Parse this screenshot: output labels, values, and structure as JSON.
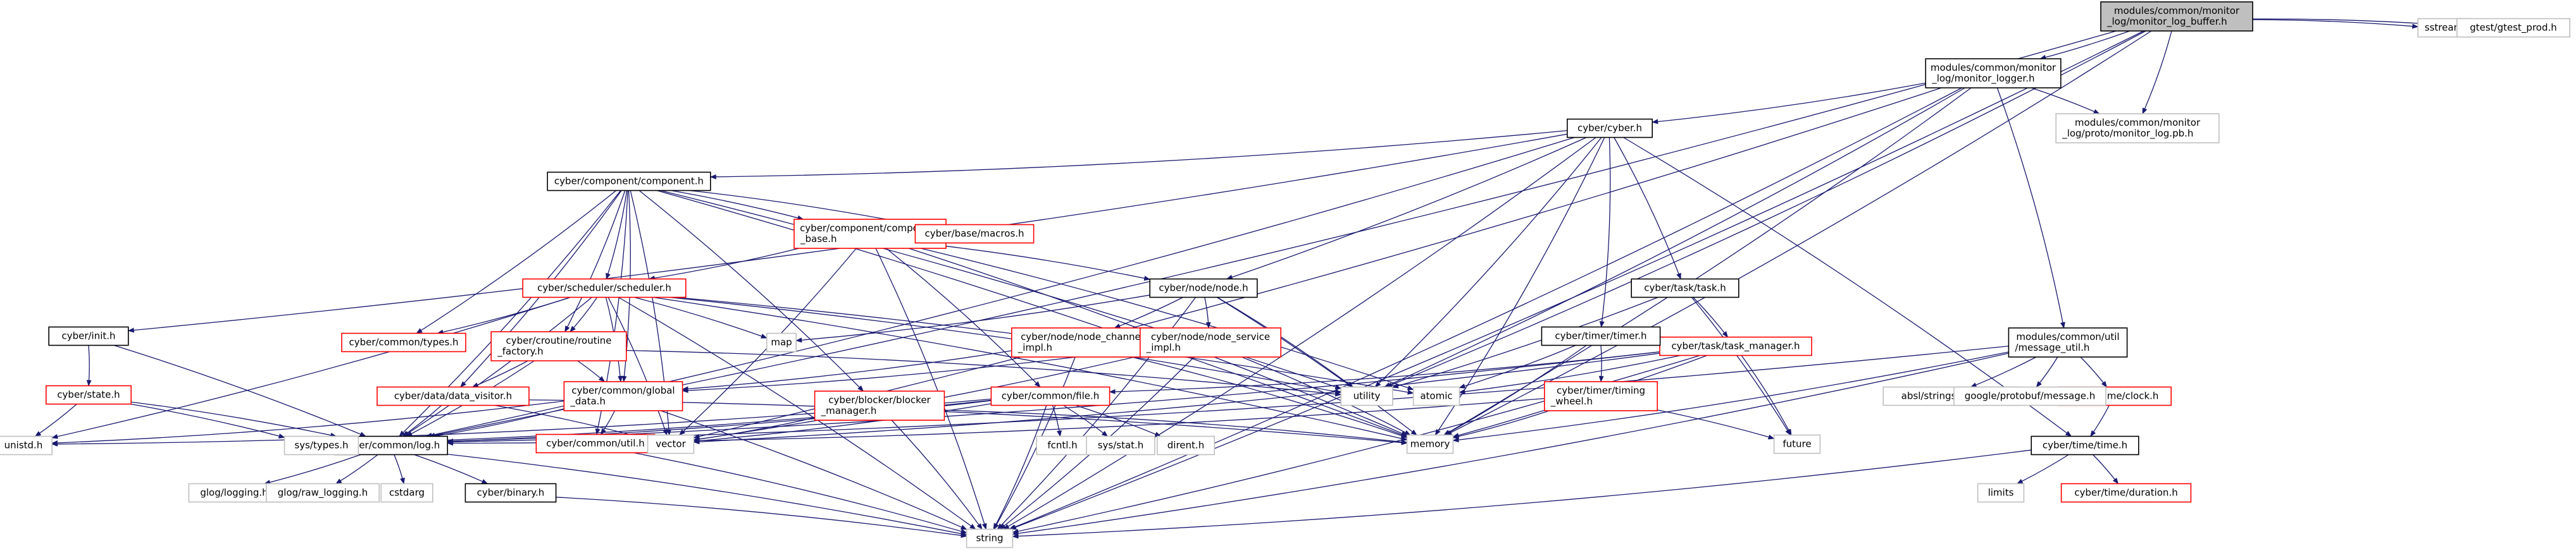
{
  "title": "modules/common/monitor_log/monitor_log_buffer.h",
  "colors": {
    "edge": "#191970",
    "root_fill": "#bfbfbf",
    "node_fill": "#ffffff",
    "node_border": "#000000",
    "red_border": "#ff0000",
    "gray_border": "#bfbfbf",
    "text": "#000000"
  },
  "nodes": [
    {
      "id": "root",
      "lines": [
        "modules/common/monitor",
        "_log/monitor_log_buffer.h"
      ],
      "style": "root"
    },
    {
      "id": "mlogger",
      "lines": [
        "modules/common/monitor",
        "_log/monitor_logger.h"
      ],
      "style": "normal"
    },
    {
      "id": "sstream",
      "lines": [
        "sstream"
      ],
      "style": "ext"
    },
    {
      "id": "gtest",
      "lines": [
        "gtest/gtest_prod.h"
      ],
      "style": "ext"
    },
    {
      "id": "mlogpb",
      "lines": [
        "modules/common/monitor",
        "_log/proto/monitor_log.pb.h"
      ],
      "style": "ext"
    },
    {
      "id": "cyber",
      "lines": [
        "cyber/cyber.h"
      ],
      "style": "normal"
    },
    {
      "id": "msgutil",
      "lines": [
        "modules/common/util",
        "/message_util.h"
      ],
      "style": "normal"
    },
    {
      "id": "component",
      "lines": [
        "cyber/component/component.h"
      ],
      "style": "normal"
    },
    {
      "id": "compbase",
      "lines": [
        "cyber/component/component",
        "_base.h"
      ],
      "style": "red"
    },
    {
      "id": "macros",
      "lines": [
        "cyber/base/macros.h"
      ],
      "style": "red"
    },
    {
      "id": "scheduler",
      "lines": [
        "cyber/scheduler/scheduler.h"
      ],
      "style": "red"
    },
    {
      "id": "node",
      "lines": [
        "cyber/node/node.h"
      ],
      "style": "normal"
    },
    {
      "id": "task",
      "lines": [
        "cyber/task/task.h"
      ],
      "style": "normal"
    },
    {
      "id": "taskmgr",
      "lines": [
        "cyber/task/task_manager.h"
      ],
      "style": "red"
    },
    {
      "id": "timer",
      "lines": [
        "cyber/timer/timer.h"
      ],
      "style": "normal"
    },
    {
      "id": "timingwheel",
      "lines": [
        "cyber/timer/timing",
        "_wheel.h"
      ],
      "style": "red"
    },
    {
      "id": "init",
      "lines": [
        "cyber/init.h"
      ],
      "style": "normal"
    },
    {
      "id": "state",
      "lines": [
        "cyber/state.h"
      ],
      "style": "red"
    },
    {
      "id": "types",
      "lines": [
        "cyber/common/types.h"
      ],
      "style": "red"
    },
    {
      "id": "routine",
      "lines": [
        "cyber/croutine/routine",
        "_factory.h"
      ],
      "style": "red"
    },
    {
      "id": "nodechannel",
      "lines": [
        "cyber/node/node_channel",
        "_impl.h"
      ],
      "style": "red"
    },
    {
      "id": "nodeservice",
      "lines": [
        "cyber/node/node_service",
        "_impl.h"
      ],
      "style": "red"
    },
    {
      "id": "blocker",
      "lines": [
        "cyber/blocker/blocker",
        "_manager.h"
      ],
      "style": "red"
    },
    {
      "id": "datavisitor",
      "lines": [
        "cyber/data/data_visitor.h"
      ],
      "style": "red"
    },
    {
      "id": "globaldata",
      "lines": [
        "cyber/common/global",
        "_data.h"
      ],
      "style": "red"
    },
    {
      "id": "commonfile",
      "lines": [
        "cyber/common/file.h"
      ],
      "style": "red"
    },
    {
      "id": "commonutil",
      "lines": [
        "cyber/common/util.h"
      ],
      "style": "red"
    },
    {
      "id": "log",
      "lines": [
        "cyber/common/log.h"
      ],
      "style": "normal"
    },
    {
      "id": "binary",
      "lines": [
        "cyber/binary.h"
      ],
      "style": "normal"
    },
    {
      "id": "clock",
      "lines": [
        "cyber/time/clock.h"
      ],
      "style": "red"
    },
    {
      "id": "time",
      "lines": [
        "cyber/time/time.h"
      ],
      "style": "normal"
    },
    {
      "id": "duration",
      "lines": [
        "cyber/time/duration.h"
      ],
      "style": "red"
    },
    {
      "id": "map",
      "lines": [
        "map"
      ],
      "style": "ext"
    },
    {
      "id": "utility",
      "lines": [
        "utility"
      ],
      "style": "ext"
    },
    {
      "id": "atomic",
      "lines": [
        "atomic"
      ],
      "style": "ext"
    },
    {
      "id": "memory",
      "lines": [
        "memory"
      ],
      "style": "ext"
    },
    {
      "id": "vector",
      "lines": [
        "vector"
      ],
      "style": "ext"
    },
    {
      "id": "future",
      "lines": [
        "future"
      ],
      "style": "ext"
    },
    {
      "id": "string",
      "lines": [
        "string"
      ],
      "style": "ext"
    },
    {
      "id": "unistd",
      "lines": [
        "unistd.h"
      ],
      "style": "ext"
    },
    {
      "id": "systypes",
      "lines": [
        "sys/types.h"
      ],
      "style": "ext"
    },
    {
      "id": "fcntl",
      "lines": [
        "fcntl.h"
      ],
      "style": "ext"
    },
    {
      "id": "sysstat",
      "lines": [
        "sys/stat.h"
      ],
      "style": "ext"
    },
    {
      "id": "dirent",
      "lines": [
        "dirent.h"
      ],
      "style": "ext"
    },
    {
      "id": "glog",
      "lines": [
        "glog/logging.h"
      ],
      "style": "ext"
    },
    {
      "id": "glograw",
      "lines": [
        "glog/raw_logging.h"
      ],
      "style": "ext"
    },
    {
      "id": "cstdarg",
      "lines": [
        "cstdarg"
      ],
      "style": "ext"
    },
    {
      "id": "strcat",
      "lines": [
        "absl/strings/str_cat.h"
      ],
      "style": "ext"
    },
    {
      "id": "protomsg",
      "lines": [
        "google/protobuf/message.h"
      ],
      "style": "ext"
    },
    {
      "id": "limits",
      "lines": [
        "limits"
      ],
      "style": "ext"
    }
  ],
  "edges": [
    [
      "root",
      "mlogger"
    ],
    [
      "root",
      "sstream"
    ],
    [
      "root",
      "gtest"
    ],
    [
      "root",
      "mlogpb"
    ],
    [
      "root",
      "utility"
    ],
    [
      "root",
      "memory"
    ],
    [
      "root",
      "string"
    ],
    [
      "root",
      "log"
    ],
    [
      "mlogger",
      "cyber"
    ],
    [
      "mlogger",
      "mlogpb"
    ],
    [
      "mlogger",
      "msgutil"
    ],
    [
      "mlogger",
      "utility"
    ],
    [
      "mlogger",
      "memory"
    ],
    [
      "mlogger",
      "string"
    ],
    [
      "mlogger",
      "vector"
    ],
    [
      "cyber",
      "component"
    ],
    [
      "cyber",
      "node"
    ],
    [
      "cyber",
      "task"
    ],
    [
      "cyber",
      "timer"
    ],
    [
      "cyber",
      "init"
    ],
    [
      "cyber",
      "time"
    ],
    [
      "cyber",
      "log"
    ],
    [
      "cyber",
      "utility"
    ],
    [
      "cyber",
      "memory"
    ],
    [
      "cyber",
      "string"
    ],
    [
      "component",
      "compbase"
    ],
    [
      "component",
      "macros"
    ],
    [
      "component",
      "scheduler"
    ],
    [
      "component",
      "types"
    ],
    [
      "component",
      "routine"
    ],
    [
      "component",
      "blocker"
    ],
    [
      "component",
      "datavisitor"
    ],
    [
      "component",
      "globaldata"
    ],
    [
      "component",
      "log"
    ],
    [
      "component",
      "commonutil"
    ],
    [
      "component",
      "utility"
    ],
    [
      "component",
      "memory"
    ],
    [
      "component",
      "vector"
    ],
    [
      "compbase",
      "scheduler"
    ],
    [
      "compbase",
      "node"
    ],
    [
      "compbase",
      "commonfile"
    ],
    [
      "compbase",
      "atomic"
    ],
    [
      "compbase",
      "memory"
    ],
    [
      "compbase",
      "string"
    ],
    [
      "compbase",
      "vector"
    ],
    [
      "scheduler",
      "types"
    ],
    [
      "scheduler",
      "routine"
    ],
    [
      "scheduler",
      "map"
    ],
    [
      "scheduler",
      "atomic"
    ],
    [
      "scheduler",
      "memory"
    ],
    [
      "scheduler",
      "vector"
    ],
    [
      "scheduler",
      "string"
    ],
    [
      "scheduler",
      "unistd"
    ],
    [
      "scheduler",
      "log"
    ],
    [
      "scheduler",
      "utility"
    ],
    [
      "scheduler",
      "globaldata"
    ],
    [
      "node",
      "nodechannel"
    ],
    [
      "node",
      "nodeservice"
    ],
    [
      "node",
      "map"
    ],
    [
      "node",
      "utility"
    ],
    [
      "node",
      "memory"
    ],
    [
      "node",
      "string"
    ],
    [
      "nodechannel",
      "memory"
    ],
    [
      "nodechannel",
      "string"
    ],
    [
      "nodechannel",
      "globaldata"
    ],
    [
      "nodeservice",
      "memory"
    ],
    [
      "nodeservice",
      "string"
    ],
    [
      "nodeservice",
      "vector"
    ],
    [
      "nodeservice",
      "globaldata"
    ],
    [
      "routine",
      "datavisitor"
    ],
    [
      "routine",
      "globaldata"
    ],
    [
      "routine",
      "log"
    ],
    [
      "routine",
      "utility"
    ],
    [
      "datavisitor",
      "log"
    ],
    [
      "datavisitor",
      "vector"
    ],
    [
      "datavisitor",
      "memory"
    ],
    [
      "globaldata",
      "log"
    ],
    [
      "globaldata",
      "commonutil"
    ],
    [
      "globaldata",
      "string"
    ],
    [
      "globaldata",
      "unistd"
    ],
    [
      "blocker",
      "memory"
    ],
    [
      "blocker",
      "string"
    ],
    [
      "blocker",
      "vector"
    ],
    [
      "commonfile",
      "log"
    ],
    [
      "commonfile",
      "fcntl"
    ],
    [
      "commonfile",
      "sysstat"
    ],
    [
      "commonfile",
      "dirent"
    ],
    [
      "commonfile",
      "systypes"
    ],
    [
      "commonfile",
      "unistd"
    ],
    [
      "commonfile",
      "string"
    ],
    [
      "commonfile",
      "vector"
    ],
    [
      "commonutil",
      "string"
    ],
    [
      "log",
      "glog"
    ],
    [
      "log",
      "glograw"
    ],
    [
      "log",
      "cstdarg"
    ],
    [
      "log",
      "binary"
    ],
    [
      "log",
      "string"
    ],
    [
      "binary",
      "string"
    ],
    [
      "task",
      "taskmgr"
    ],
    [
      "task",
      "future"
    ],
    [
      "task",
      "utility"
    ],
    [
      "taskmgr",
      "atomic"
    ],
    [
      "taskmgr",
      "future"
    ],
    [
      "taskmgr",
      "memory"
    ],
    [
      "taskmgr",
      "string"
    ],
    [
      "taskmgr",
      "vector"
    ],
    [
      "taskmgr",
      "commonfile"
    ],
    [
      "taskmgr",
      "log"
    ],
    [
      "timer",
      "timingwheel"
    ],
    [
      "timer",
      "atomic"
    ],
    [
      "timer",
      "memory"
    ],
    [
      "timingwheel",
      "future"
    ],
    [
      "timingwheel",
      "memory"
    ],
    [
      "timingwheel",
      "log"
    ],
    [
      "init",
      "state"
    ],
    [
      "init",
      "log"
    ],
    [
      "state",
      "log"
    ],
    [
      "state",
      "unistd"
    ],
    [
      "state",
      "systypes"
    ],
    [
      "msgutil",
      "strcat"
    ],
    [
      "msgutil",
      "protomsg"
    ],
    [
      "msgutil",
      "clock"
    ],
    [
      "msgutil",
      "memory"
    ],
    [
      "msgutil",
      "string"
    ],
    [
      "msgutil",
      "log"
    ],
    [
      "clock",
      "time"
    ],
    [
      "time",
      "limits"
    ],
    [
      "time",
      "duration"
    ],
    [
      "time",
      "string"
    ]
  ]
}
